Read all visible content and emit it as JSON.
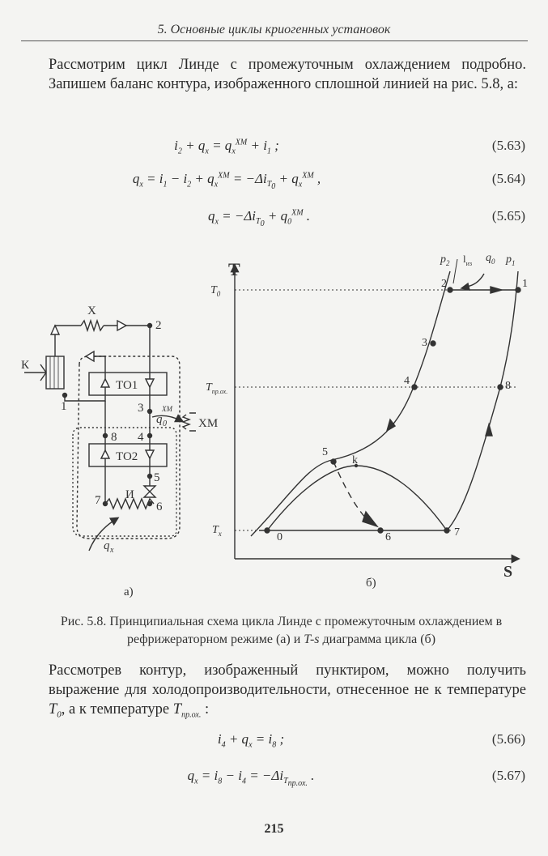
{
  "running_head": "5. Основные циклы криогенных установок",
  "paragraph1": "Рассмотрим цикл Линде с промежуточным охлаждением подробно. Запишем баланс контура, изображенного сплошной линией на рис. 5.8, а:",
  "equations_top": [
    {
      "expr": "i₂ + qₓ = qₓ^ХМ + i₁ ;",
      "number": "(5.63)"
    },
    {
      "expr": "qₓ = i₁ − i₂ + qₓ^ХМ = −Δi_T₀ + qₓ^ХМ ,",
      "number": "(5.64)"
    },
    {
      "expr": "qₓ = −Δi_T₀ + q₀^ХМ .",
      "number": "(5.65)"
    }
  ],
  "scheme": {
    "label": "а)",
    "compressor": "К",
    "throttle": "Х",
    "hx1": "ТО1",
    "hx2": "ТО2",
    "evaporator": "И",
    "cooler": "ХМ",
    "heat_in": "qₓ",
    "heat_out": "q₀",
    "heat_out_sup": "ХМ",
    "points": [
      "1",
      "2",
      "3",
      "4",
      "5",
      "6",
      "7",
      "8"
    ]
  },
  "diagram": {
    "label": "б)",
    "axis_y": "T",
    "axis_x": "S",
    "t_levels": {
      "T0": "T₀",
      "Tpr": "T_пр.ох.",
      "Tx": "Tₓ"
    },
    "isobars": {
      "p2": "p₂",
      "p1": "p₁"
    },
    "arrow_labels": {
      "l": "l_из",
      "q0": "q₀"
    },
    "points": [
      "0",
      "1",
      "2",
      "3",
      "4",
      "5",
      "6",
      "7",
      "8",
      "k"
    ]
  },
  "caption_prefix": "Рис. 5.8.",
  "caption_text": "Принципиальная схема цикла Линде с промежуточным охлаждением в рефрижераторном режиме (а) и",
  "caption_italic": "T-s",
  "caption_tail": "диаграмма цикла (б)",
  "paragraph2": "Рассмотрев контур, изображенный пунктиром, можно получить выражение для холодопроизводительности, отнесенное не к температуре",
  "paragraph2_t0": "T₀",
  "paragraph2_mid": ", а к температуре",
  "paragraph2_tpr": "T_пр.ох.",
  "paragraph2_end": ":",
  "equations_bottom": [
    {
      "expr": "i₄ + qₓ = i₈ ;",
      "number": "(5.66)"
    },
    {
      "expr": "qₓ = i₈ − i₄ = −Δi_T пр.ох. .",
      "number": "(5.67)"
    }
  ],
  "page_number": "215"
}
